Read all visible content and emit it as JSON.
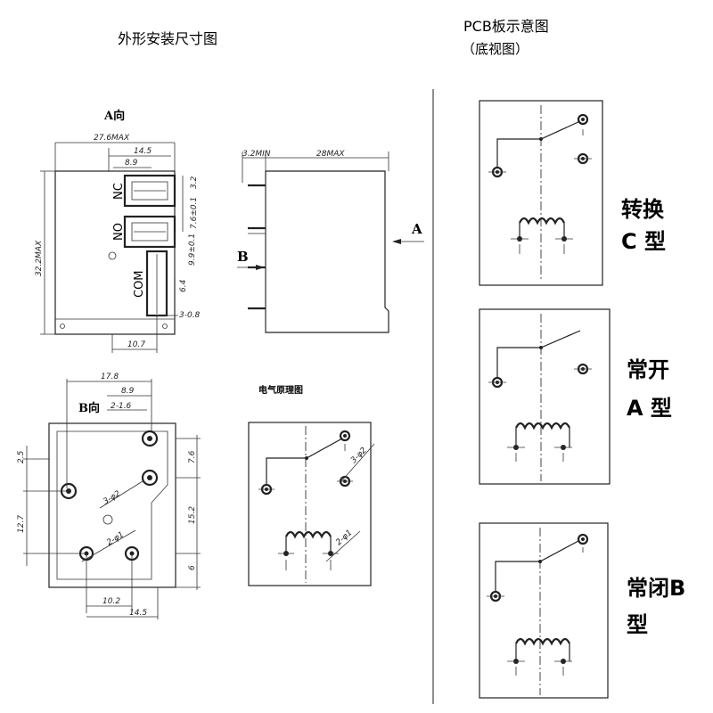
{
  "titles": {
    "outline": "外形安装尺寸图",
    "pcb": "PCB板示意图",
    "pcb_sub": "（底视图）",
    "view_a": "A向",
    "view_b": "B向",
    "schematic": "电气原理图",
    "arrow_a": "A",
    "arrow_b": "B"
  },
  "terminals": {
    "nc": "NC",
    "no": "NO",
    "com": "COM"
  },
  "dimensions": {
    "top_view": {
      "width": "27.6MAX",
      "d14_5": "14.5",
      "d8_9": "8.9",
      "height": "32.2MAX",
      "d3_2": "3.2",
      "d7_6": "7.6±0.1",
      "d9_9": "9.9±0.1",
      "d6_4": "6.4",
      "d3_0_8": "3-0.8",
      "d10_7": "10.7"
    },
    "side_view": {
      "d3_2min": "3.2MIN",
      "d28max": "28MAX"
    },
    "b_view": {
      "d17_8": "17.8",
      "d8_9": "8.9",
      "d2_1_6": "2-1.6",
      "d2_5": "2.5",
      "d7_6": "7.6",
      "d3_2": "3-φ2",
      "d12_7": "12.7",
      "d15_2": "15.2",
      "d2_1": "2-φ1",
      "d6": "6",
      "d10_2": "10.2",
      "d14_5": "14.5"
    },
    "schematic": {
      "d3_2": "3-φ2",
      "d2_1": "2-φ1"
    }
  },
  "types": [
    {
      "line1": "转换",
      "line2": "C 型"
    },
    {
      "line1": "常开",
      "line2": "A 型"
    },
    {
      "line1": "常闭B",
      "line2": "型"
    }
  ]
}
